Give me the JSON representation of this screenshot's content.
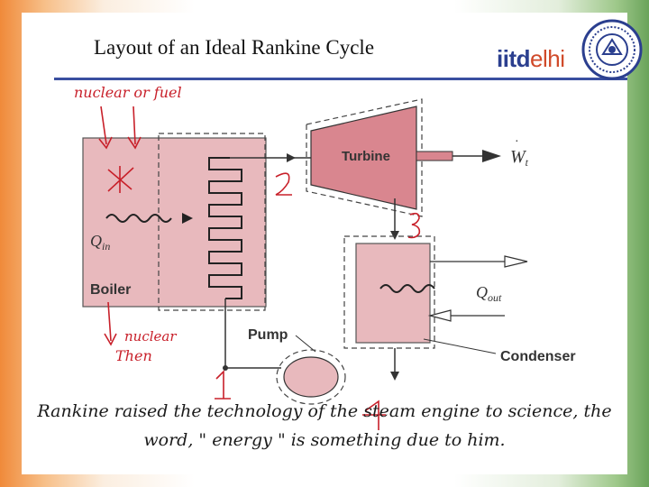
{
  "header": {
    "title": "Layout of an Ideal Rankine Cycle",
    "logo_part1": "iitd",
    "logo_part2": "elhi"
  },
  "diagram": {
    "turbine_label": "Turbine",
    "boiler_label": "Boiler",
    "pump_label": "Pump",
    "condenser_label": "Condenser",
    "w_out": "W",
    "w_sub": "t",
    "q_in": "Q",
    "q_in_sub": "in",
    "q_out": "Q",
    "q_out_sub": "out"
  },
  "annotations": {
    "note_top": "nuclear  or fuel",
    "note_bottom_1": "nuclear",
    "note_bottom_2": "Then",
    "state_1": "1",
    "state_2": "2",
    "state_3": "3",
    "state_4": "4"
  },
  "caption": {
    "line1": "Rankine raised the technology of the steam engine to science, the",
    "line2": "word, \" energy \" is something due to him."
  },
  "colors": {
    "component_fill": "#e8b9bd",
    "turbine_fill": "#d9868f",
    "ink_red": "#c8202a",
    "rule_blue": "#3a4fa0"
  }
}
